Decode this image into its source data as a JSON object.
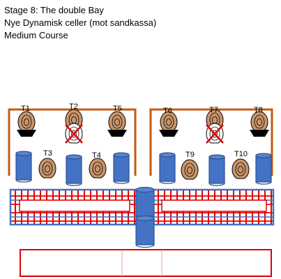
{
  "header": {
    "line1": "Stage 8: The double Bay",
    "line2": "Nye Dynamisk celler (mot sandkassa)",
    "line3": "Medium Course"
  },
  "targets": {
    "t1": "T1",
    "t2": "T2",
    "t3": "T3",
    "t4": "T4",
    "t5": "T5",
    "t6": "T6",
    "t7": "T7",
    "t8": "T8",
    "t9": "T9",
    "t10": "T10"
  },
  "colors": {
    "frame": "#c55a11",
    "barrel_fill": "#4472c4",
    "barrel_stroke": "#2f528f",
    "target_fill": "#c8956a",
    "fault_line": "#ff0000",
    "wall_blue": "#4472c4",
    "wall_red": "#e00000"
  },
  "icons": {
    "target": "steel-popper-target-icon",
    "no_shoot": "no-shoot-target-icon",
    "barrel": "barrel-icon"
  }
}
